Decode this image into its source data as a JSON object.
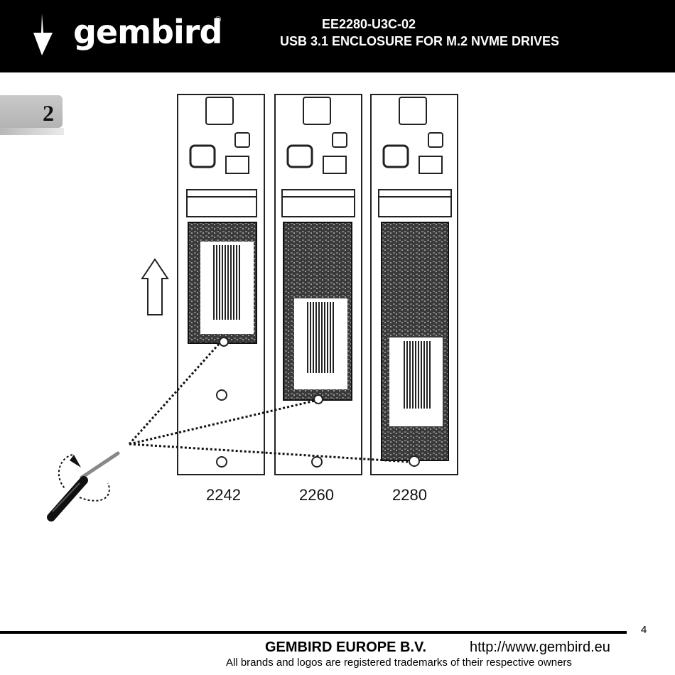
{
  "header": {
    "logo_text": "gembird",
    "logo_reg": "®",
    "model": "EE2280-U3C-02",
    "subtitle": "USB 3.1 ENCLOSURE FOR M.2 NVME DRIVES"
  },
  "step": {
    "number": "2"
  },
  "diagram": {
    "sizes": [
      "2242",
      "2260",
      "2280"
    ]
  },
  "footer": {
    "page_number": "4",
    "company": "GEMBIRD EUROPE B.V.",
    "url": "http://www.gembird.eu",
    "trademark": "All brands and logos are registered trademarks of their respective owners"
  }
}
